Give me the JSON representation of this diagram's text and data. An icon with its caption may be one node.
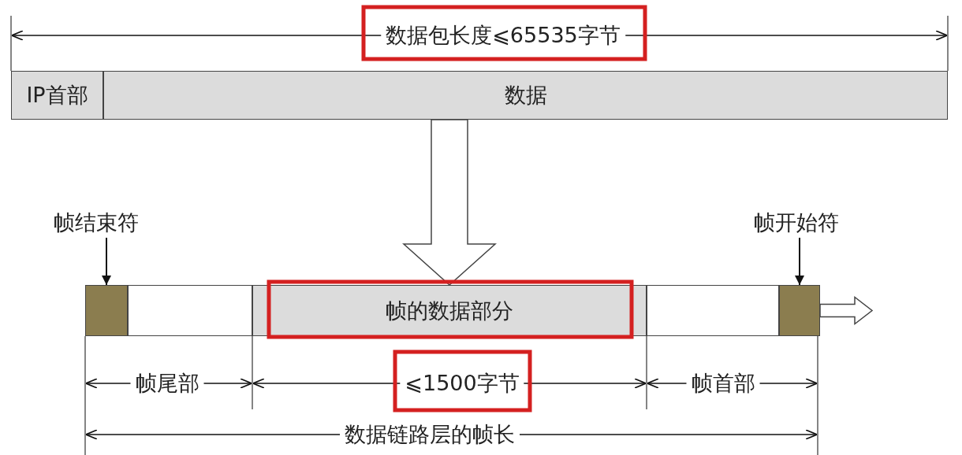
{
  "diagram": {
    "nodes": [
      {
        "text": [
          "IP首部"
        ]
      },
      {
        "text": [
          "数据"
        ]
      },
      {
        "text": [
          "帧结束符"
        ]
      },
      {
        "text": [],
        "shape": "box"
      },
      {
        "text": [],
        "shape": "box"
      },
      {
        "text": [
          "帧的数据部分"
        ]
      },
      {
        "text": [],
        "shape": "box"
      },
      {
        "text": [],
        "shape": "box"
      },
      {
        "text": [
          "帧开始符"
        ]
      }
    ],
    "edges": [
      {
        "from": 1,
        "to": 5,
        "arrow": "to"
      },
      {
        "from": 2,
        "to": 3,
        "arrow": "to"
      },
      {
        "from": 8,
        "to": 7,
        "arrow": "to"
      },
      {
        "from": 7,
        "to": null,
        "arrow": "to"
      }
    ],
    "labels": [
      "数据包长度⩽65535字节",
      "帧尾部",
      "⩽1500字节",
      "帧首部",
      "数据链路层的帧长"
    ]
  }
}
